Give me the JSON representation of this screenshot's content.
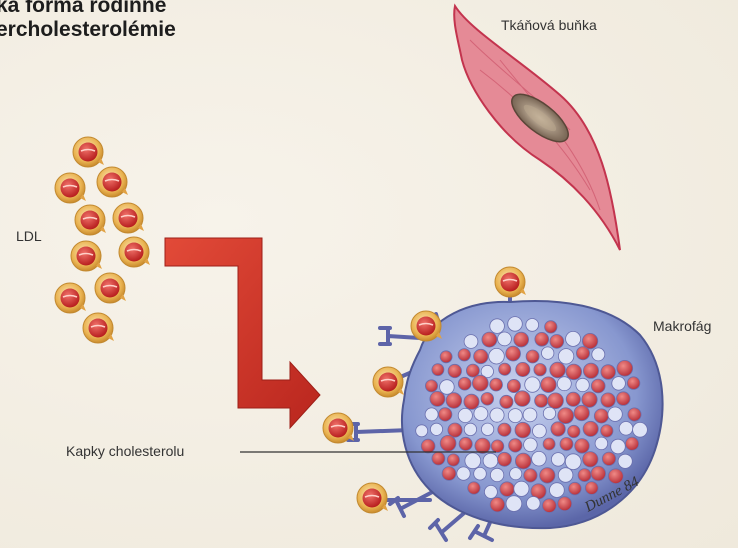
{
  "title": {
    "line1": "ka forma rodinné",
    "line2": "ercholesterolémie"
  },
  "labels": {
    "tissue_cell": "Tkáňová buňka",
    "ldl": "LDL",
    "macrophage": "Makrofág",
    "cholesterol_drops": "Kapky cholesterolu"
  },
  "signature": "Dunne 84",
  "colors": {
    "arrow": "#d23a2c",
    "ldl_ring": "#e9b04a",
    "ldl_core": "#d8322a",
    "tissue_cell": "#d9566a",
    "macrophage": "#8a9bd2",
    "receptor": "#5d64a8"
  }
}
